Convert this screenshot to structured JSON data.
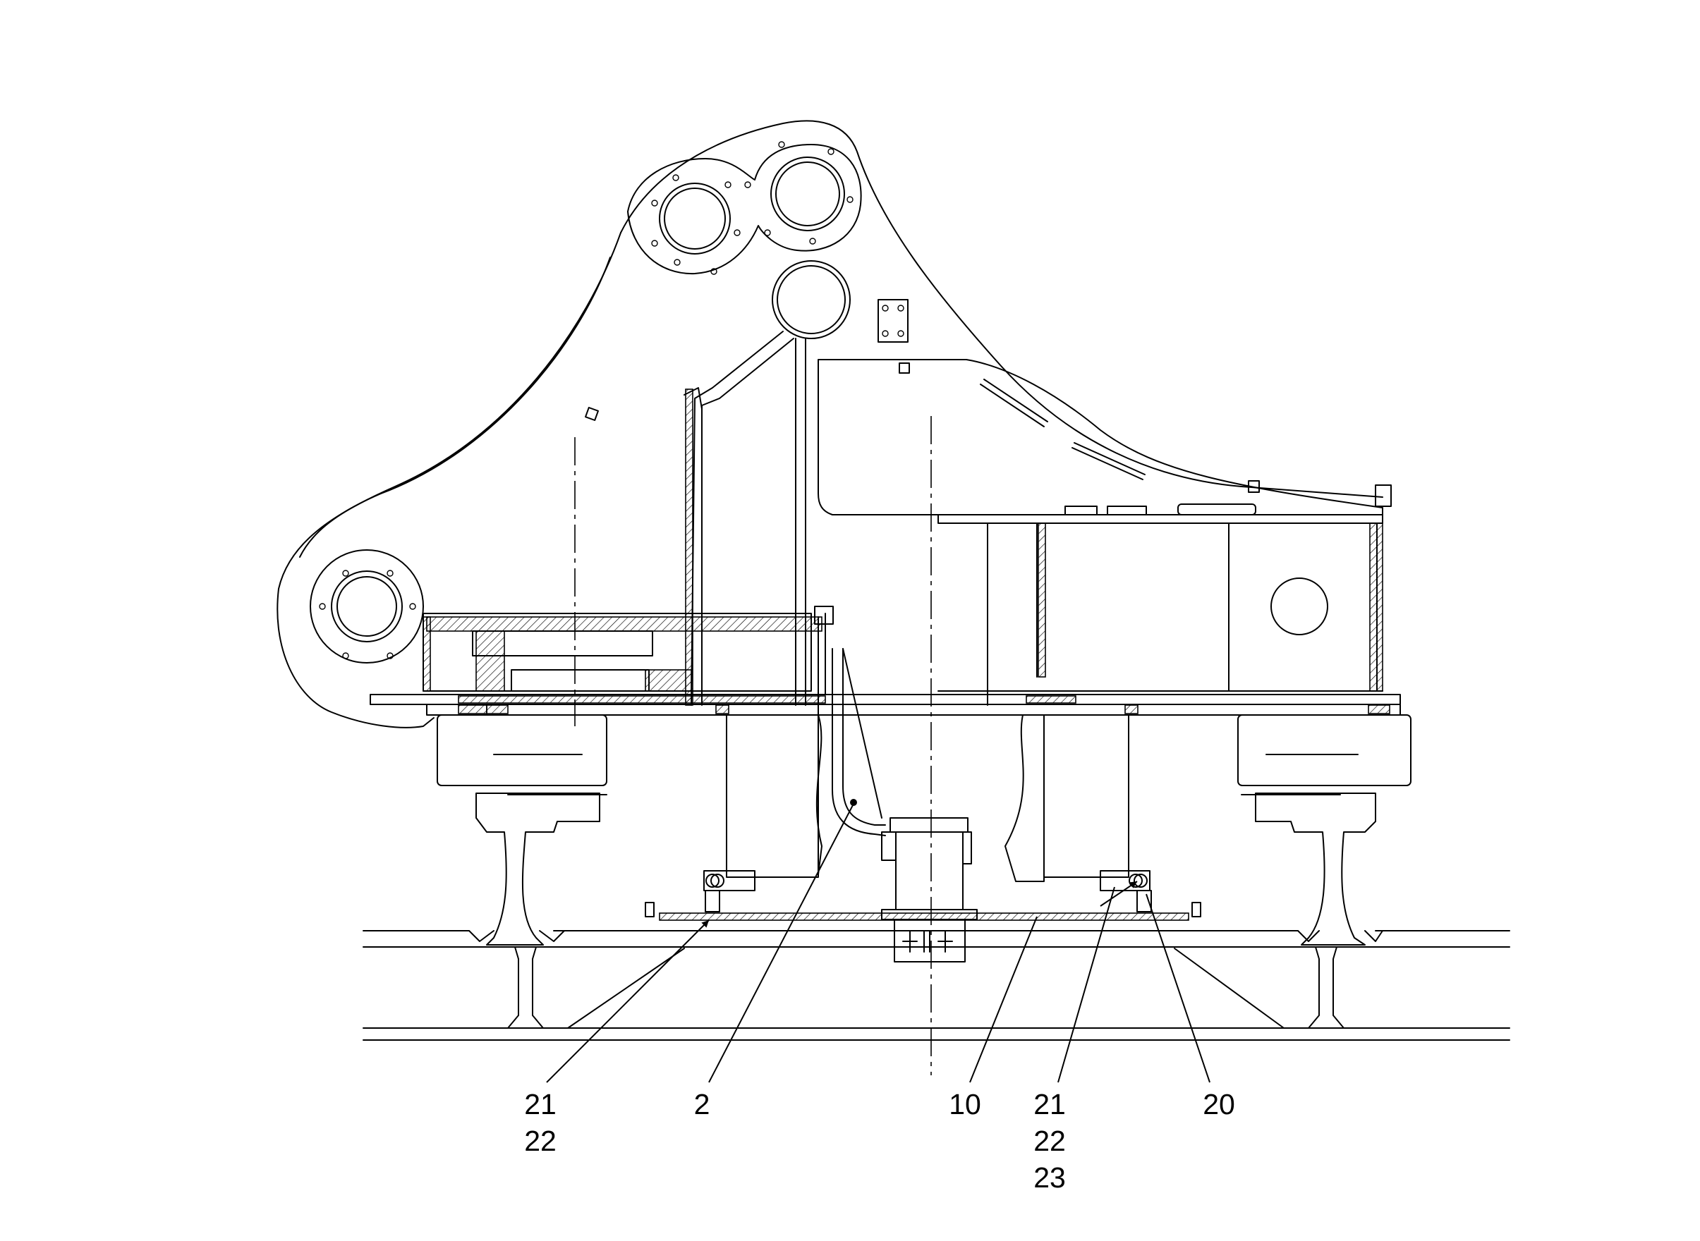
{
  "drawing": {
    "callouts": [
      {
        "id": "c1",
        "lines": [
          "21",
          "22"
        ]
      },
      {
        "id": "c2",
        "lines": [
          "2"
        ]
      },
      {
        "id": "c3",
        "lines": [
          "10"
        ]
      },
      {
        "id": "c4",
        "lines": [
          "21",
          "22",
          "23"
        ]
      },
      {
        "id": "c5",
        "lines": [
          "20"
        ]
      }
    ]
  }
}
